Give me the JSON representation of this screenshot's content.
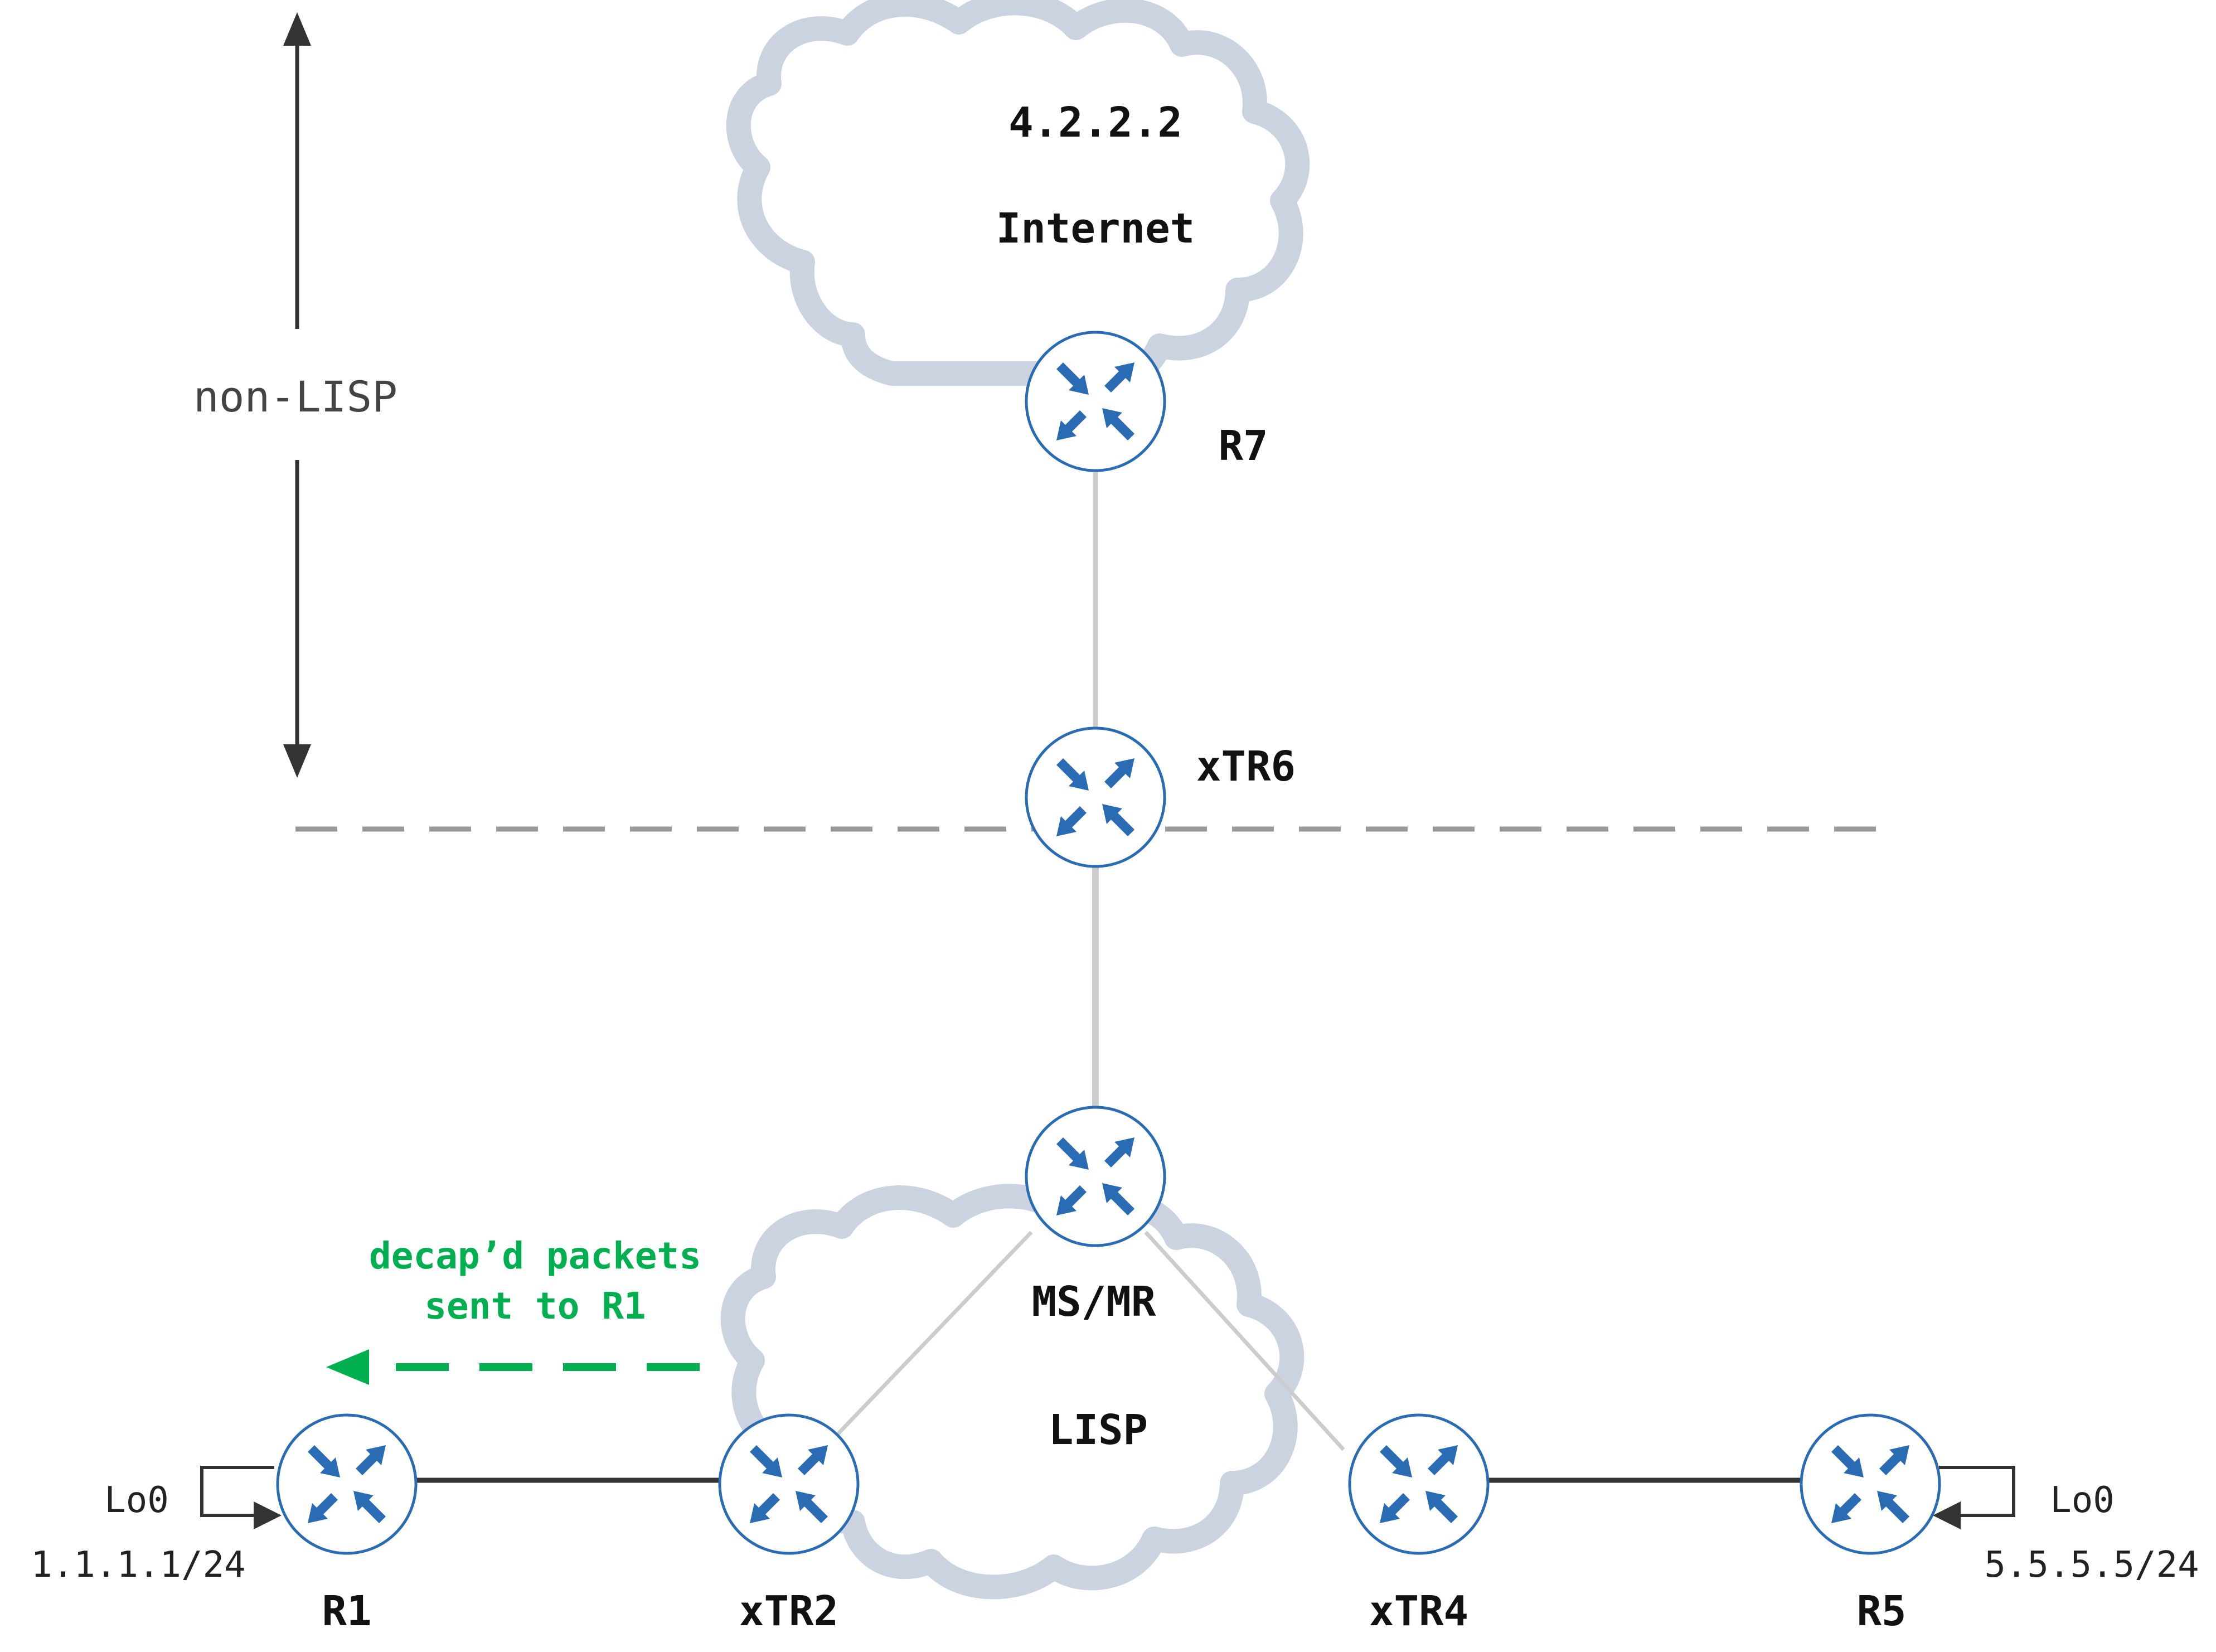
{
  "internet_cloud": {
    "address": "4.2.2.2",
    "label": "Internet"
  },
  "lisp_cloud": {
    "label": "LISP"
  },
  "region_label": "non-LISP",
  "routers": {
    "r7": "R7",
    "xtr6": "xTR6",
    "msmr": "MS/MR",
    "r1": "R1",
    "xtr2": "xTR2",
    "xtr4": "xTR4",
    "r5": "R5"
  },
  "loopbacks": {
    "r1": {
      "name": "Lo0",
      "address": "1.1.1.1/24"
    },
    "r5": {
      "name": "Lo0",
      "address": "5.5.5.5/24"
    }
  },
  "annotation": {
    "line1": "decap’d packets",
    "line2": "sent to R1"
  },
  "colors": {
    "router_fill": "#ffffff",
    "router_stroke": "#2a6cb3",
    "router_arrows": "#2a6cb3",
    "cloud": "#ccd3e0",
    "link_light": "#cccccc",
    "link_dark": "#333333",
    "boundary": "#999999",
    "annotation": "#00b050"
  }
}
